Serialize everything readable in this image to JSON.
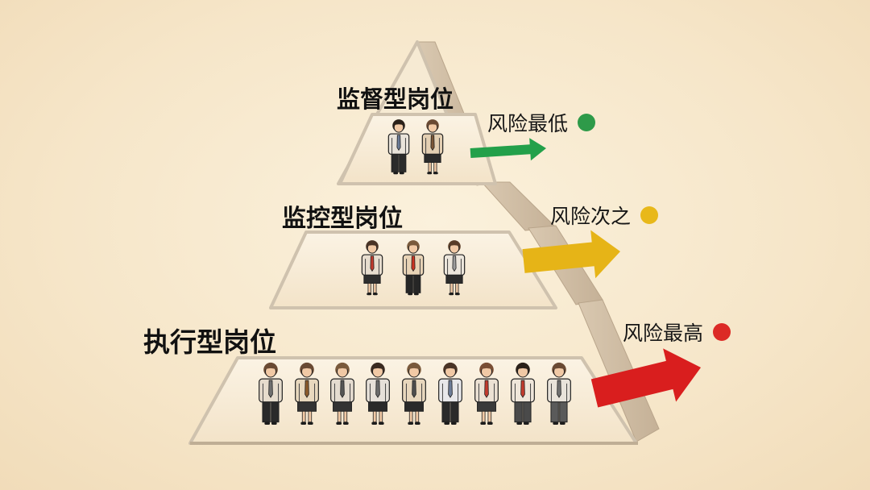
{
  "tiers": [
    {
      "label": "监督型岗位",
      "risk": "风险最低",
      "risk_color": "#2e9a49",
      "person_count": 2
    },
    {
      "label": "监控型岗位",
      "risk": "风险次之",
      "risk_color": "#e8b81a",
      "person_count": 3
    },
    {
      "label": "执行型岗位",
      "risk": "风险最高",
      "risk_color": "#dc2a26",
      "person_count": 9
    }
  ],
  "colors": {
    "background": "#f6e6c9",
    "pyramid_fill": "#f8ecd6",
    "pyramid_edge": "#cfc2ae",
    "side_face": "#d4c2aa",
    "arrow_green": "#23a04a",
    "arrow_yellow": "#e6b417",
    "arrow_red": "#d91e1e"
  },
  "icons": [
    "person-icon",
    "arrow-right-icon",
    "status-dot-icon"
  ]
}
